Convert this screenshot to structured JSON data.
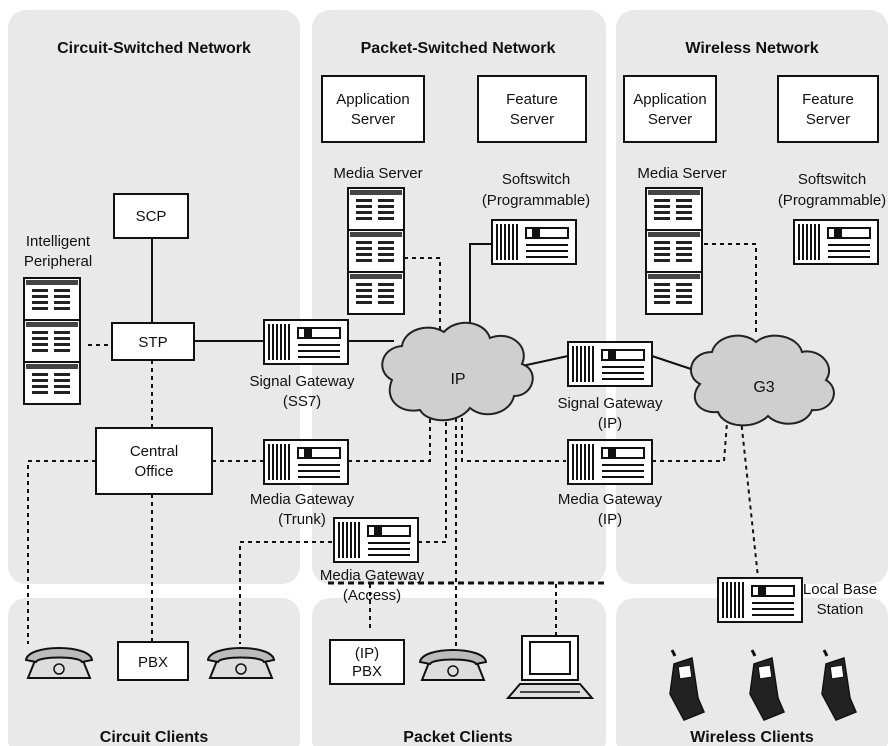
{
  "regions": {
    "circuit_network": "Circuit-Switched Network",
    "packet_network": "Packet-Switched Network",
    "wireless_network": "Wireless Network",
    "circuit_clients": "Circuit Clients",
    "packet_clients": "Packet Clients",
    "wireless_clients": "Wireless Clients"
  },
  "boxes": {
    "app_server_packet": [
      "Application",
      "Server"
    ],
    "feature_server_packet": [
      "Feature",
      "Server"
    ],
    "app_server_wireless": [
      "Application",
      "Server"
    ],
    "feature_server_wireless": [
      "Feature",
      "Server"
    ],
    "scp": "SCP",
    "stp": "STP",
    "central_office": [
      "Central",
      "Office"
    ],
    "pbx": "PBX",
    "ip_pbx": [
      "(IP)",
      "PBX"
    ]
  },
  "labels": {
    "intelligent_peripheral": [
      "Intelligent",
      "Peripheral"
    ],
    "media_server_packet": "Media Server",
    "softswitch_packet": [
      "Softswitch",
      "(Programmable)"
    ],
    "media_server_wireless": "Media Server",
    "softswitch_wireless": [
      "Softswitch",
      "(Programmable)"
    ],
    "signal_gateway_ss7": [
      "Signal Gateway",
      "(SS7)"
    ],
    "media_gateway_trunk": [
      "Media Gateway",
      "(Trunk)"
    ],
    "media_gateway_access": [
      "Media Gateway",
      "(Access)"
    ],
    "signal_gateway_ip": [
      "Signal Gateway",
      "(IP)"
    ],
    "media_gateway_ip": [
      "Media Gateway",
      "(IP)"
    ],
    "local_base_station": [
      "Local Base",
      "Station"
    ]
  },
  "clouds": {
    "ip": "IP",
    "g3": "G3"
  },
  "colors": {
    "panel": "#e9e9e9",
    "cloud": "#cfcfcf",
    "line": "#111111"
  }
}
